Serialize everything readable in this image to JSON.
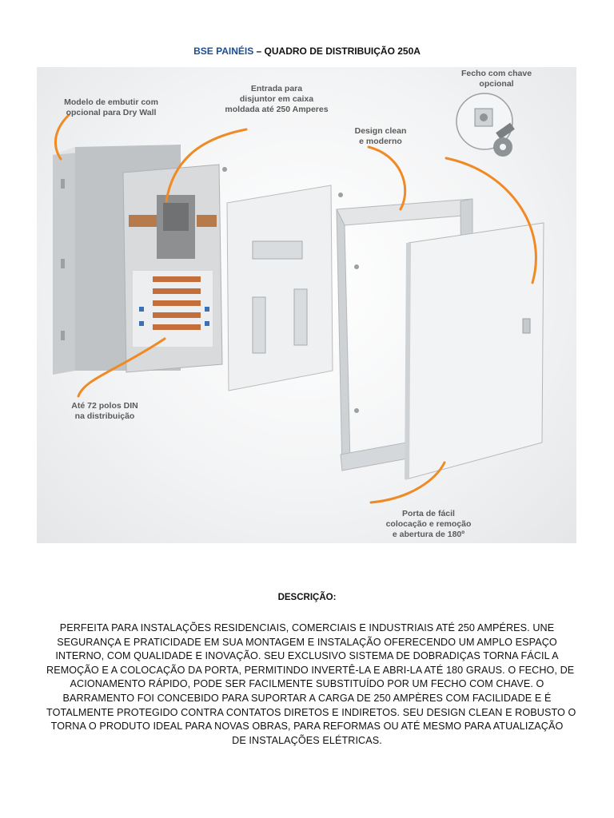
{
  "header": {
    "brand": "BSE PAINÉIS",
    "rest": " – QUADRO DE DISTRIBUIÇÃO 250A"
  },
  "figure": {
    "callouts": {
      "dry_wall": [
        "Modelo de embutir com",
        "opcional para Dry Wall"
      ],
      "entrada": [
        "Entrada para",
        "disjuntor em caixa",
        "moldada até 250 Amperes"
      ],
      "fecho": [
        "Fecho com chave",
        "opcional"
      ],
      "design": [
        "Design clean",
        "e moderno"
      ],
      "din": [
        "Até 72 polos DIN",
        "na distribuição"
      ],
      "porta": [
        "Porta de fácil",
        "colocação e remoção",
        "e abertura de 180º"
      ]
    },
    "colors": {
      "accent_orange": "#f08a24",
      "brand_blue": "#1f4e8c"
    }
  },
  "description": {
    "heading": "DESCRIÇÃO:",
    "lines": [
      "PERFEITA PARA INSTALAÇÕES RESIDENCIAIS, COMERCIAIS E INDUSTRIAIS ATÉ 250 AMPÉRES. UNE",
      "SEGURANÇA E PRATICIDADE EM SUA MONTAGEM E INSTALAÇÃO OFERECENDO UM AMPLO ESPAÇO",
      "INTERNO, COM QUALIDADE E INOVAÇÃO. SEU EXCLUSIVO SISTEMA DE DOBRADIÇAS TORNA FÁCIL A",
      "REMOÇÃO E A COLOCAÇÃO DA PORTA, PERMITINDO INVERTÊ-LA E ABRI-LA ATÉ 180 GRAUS. O FECHO, DE",
      "ACIONAMENTO RÁPIDO, PODE SER FACILMENTE SUBSTITUÍDO POR UM FECHO COM CHAVE. O",
      "BARRAMENTO FOI CONCEBIDO PARA SUPORTAR A CARGA DE 250 AMPÈRES COM FACILIDADE E É",
      "TOTALMENTE PROTEGIDO CONTRA CONTATOS DIRETOS E INDIRETOS. SEU DESIGN CLEAN E ROBUSTO O",
      "TORNA O PRODUTO IDEAL PARA NOVAS OBRAS, PARA REFORMAS OU ATÉ MESMO PARA ATUALIZAÇÃO",
      "DE INSTALAÇÕES ELÉTRICAS."
    ]
  }
}
